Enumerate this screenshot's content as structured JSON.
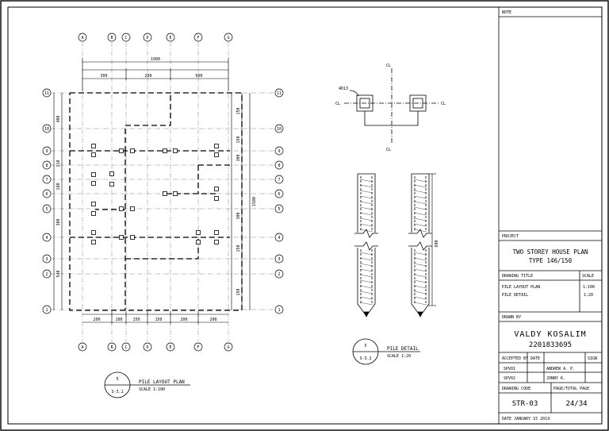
{
  "title_block": {
    "note_label": "NOTE",
    "project_label": "PROJECT",
    "project_line1": "TWO STOREY HOUSE PLAN",
    "project_line2": "TYPE 146/150",
    "drawing_title_label": "DRAWING TITLE",
    "scale_label": "SCALE",
    "drawing_1": "PILE LAYOUT PLAN",
    "scale_1": "1:100",
    "drawing_2": "PILE DETAIL",
    "scale_2": "1:20",
    "drawn_by_label": "DRAWN BY",
    "drawn_name": "VALDY KOSALIM",
    "drawn_id": "2201833695",
    "accepted_by_label": "ACCEPTED BY",
    "date_label": "DATE",
    "sign_label": "SIGN",
    "role_1": "SPV01",
    "person_1": "ANDREW A. P.",
    "role_2": "SPV02",
    "person_2": "JONNY K.",
    "drawing_code_label": "DRAWING CODE",
    "page_label": "PAGE/TOTAL PAGE",
    "drawing_code": "STR-03",
    "page": "24/34",
    "date_line": "DATE   JANUARY 15 2019"
  },
  "plan": {
    "grid_x": [
      "A",
      "B",
      "C",
      "D",
      "E",
      "F",
      "G"
    ],
    "grid_y": [
      "1",
      "2",
      "3",
      "4",
      "5",
      "6",
      "7",
      "8",
      "9",
      "10",
      "11"
    ],
    "overall_top": "1900",
    "top_dims": [
      "300",
      "200",
      "600"
    ],
    "bottom_dims": [
      "200",
      "100",
      "150",
      "150",
      "200",
      "200"
    ],
    "left_dims": [
      "400",
      "210",
      "180",
      "300",
      "540"
    ],
    "right_dims": [
      "150",
      "150",
      "300",
      "300",
      "150",
      "150"
    ],
    "overall_right": "1580",
    "label_title": "PILE LAYOUT PLAN",
    "label_scale": "SCALE 1:100",
    "label_num": "5",
    "label_ref": "S-3.1"
  },
  "detail": {
    "cl": "CL",
    "pile_tag": "4D13",
    "pile_length": "600",
    "label_title": "PILE DETAIL",
    "label_scale": "SCALE 1:20",
    "label_num": "5",
    "label_ref": "S-3.2"
  }
}
